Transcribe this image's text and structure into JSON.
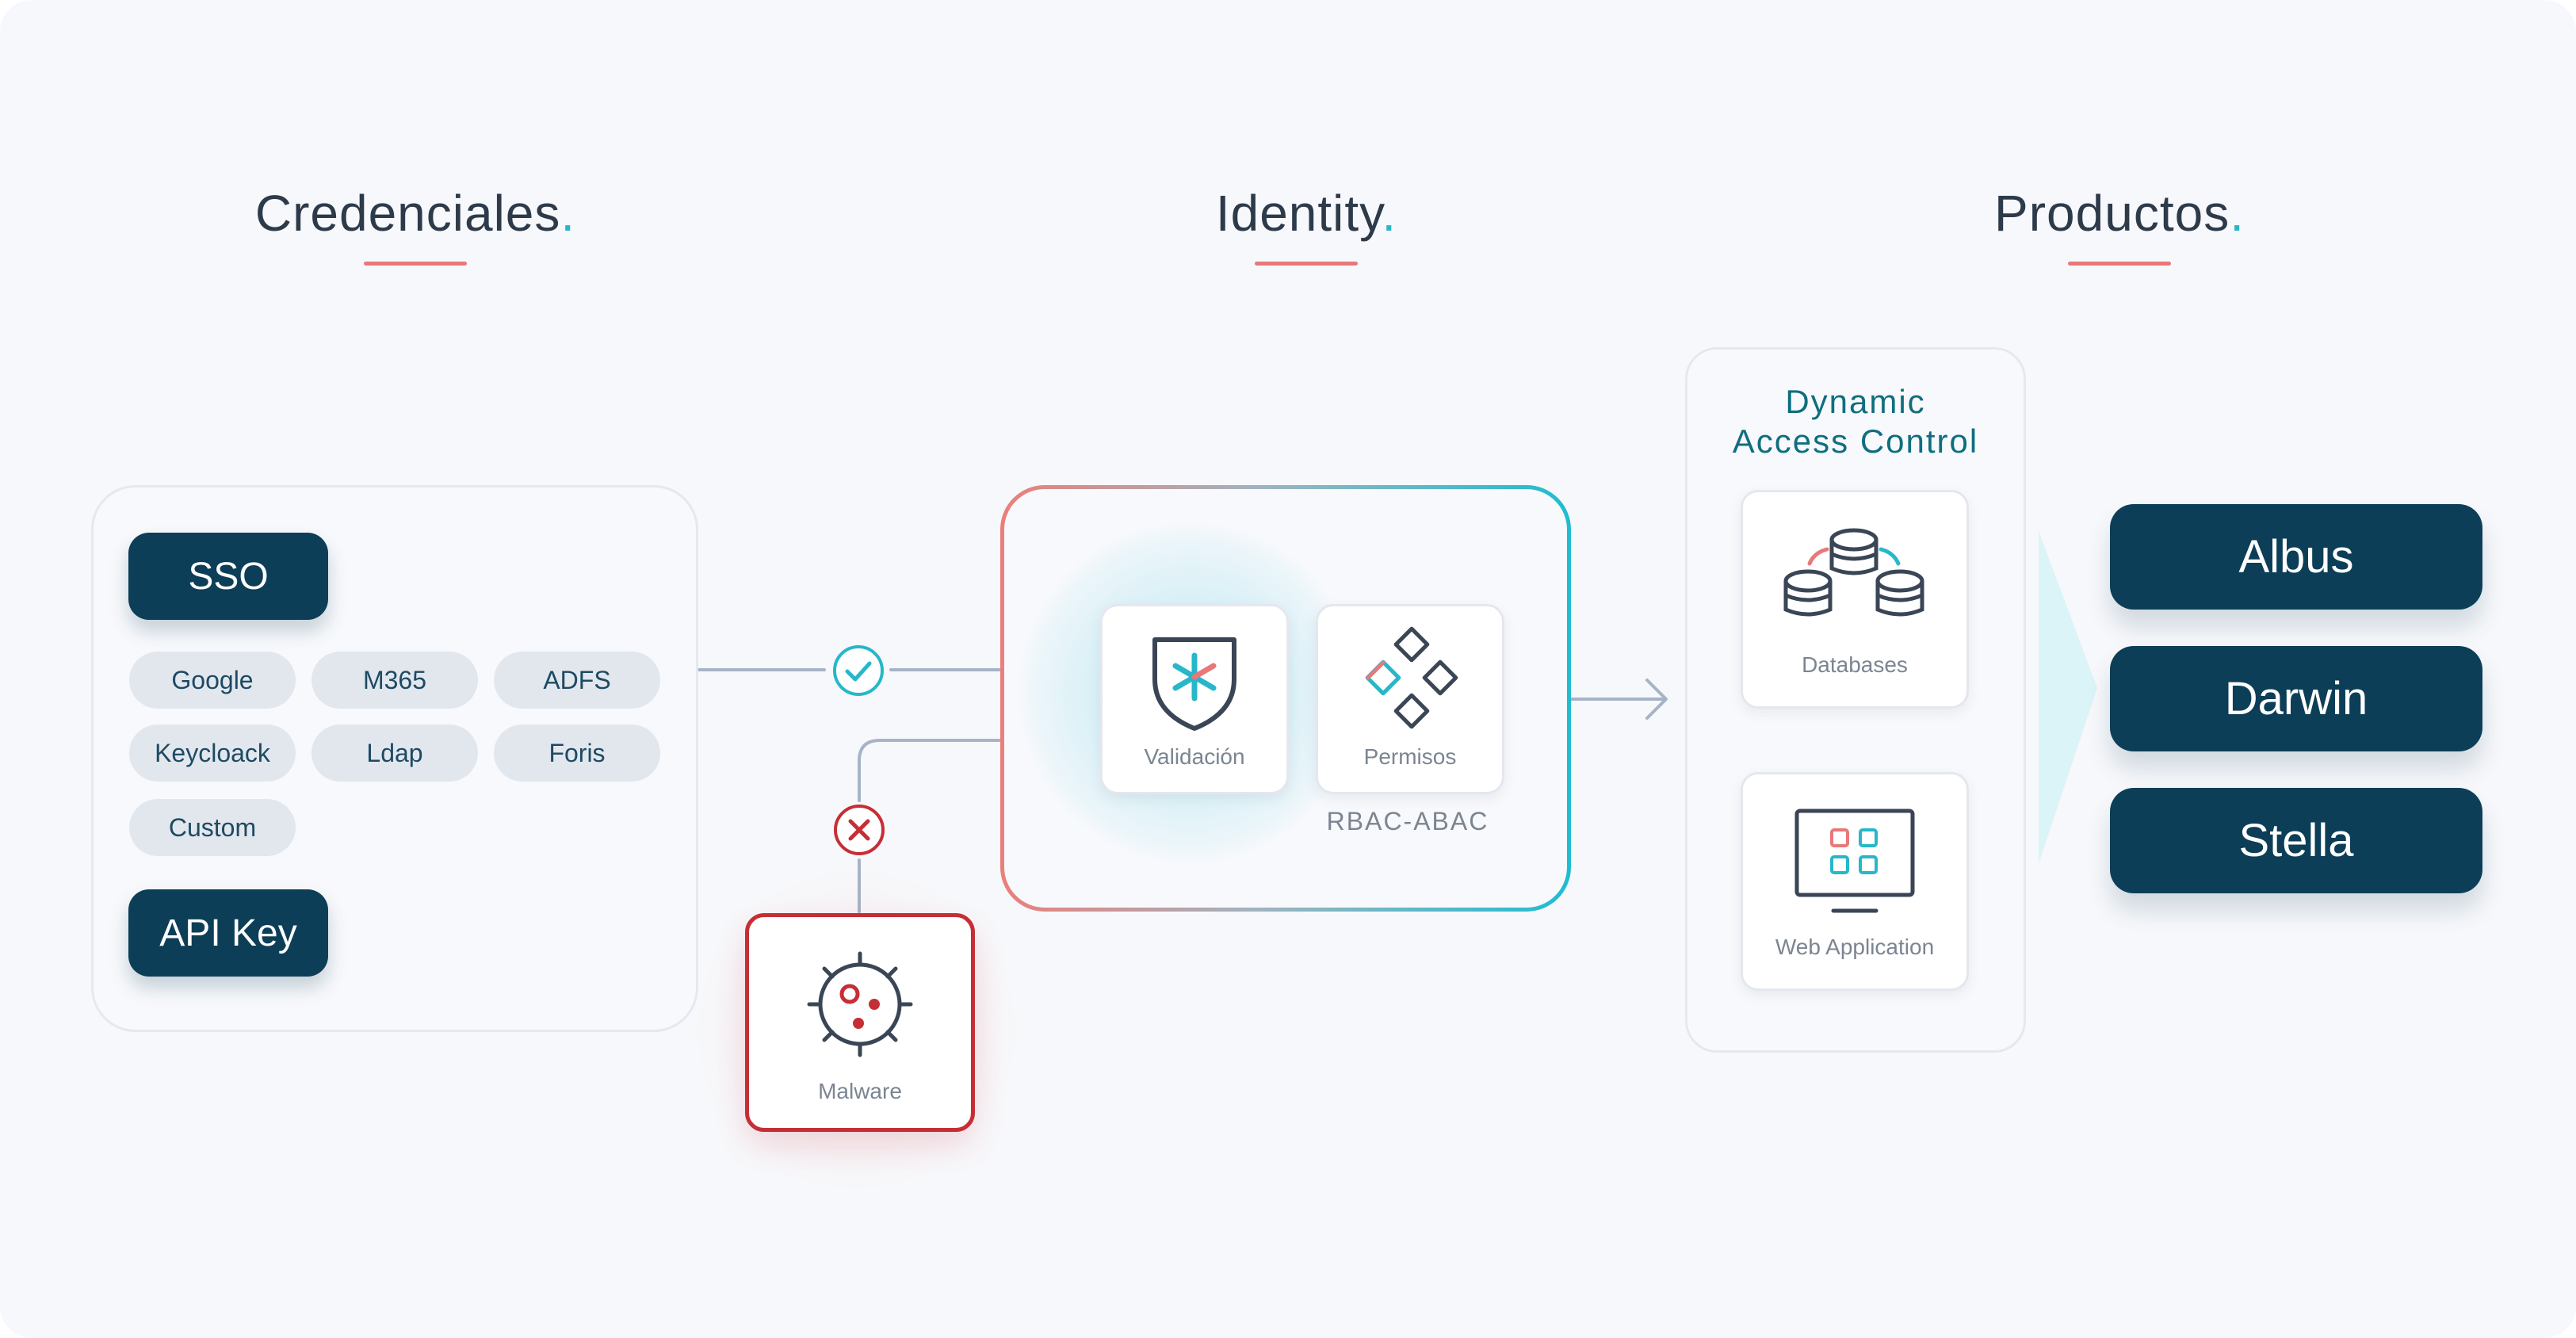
{
  "columns": [
    {
      "title": "Credenciales",
      "dot": "."
    },
    {
      "title": "Identity",
      "dot": "."
    },
    {
      "title": "Productos",
      "dot": "."
    }
  ],
  "credentials": {
    "primary": [
      "SSO",
      "API Key"
    ],
    "providers": [
      "Google",
      "M365",
      "ADFS",
      "Keycloack",
      "Ldap",
      "Foris",
      "Custom"
    ]
  },
  "identity": {
    "validation_label": "Validación",
    "permissions_label": "Permisos",
    "model_label": "RBAC-ABAC"
  },
  "threat": {
    "label": "Malware"
  },
  "access_control": {
    "title_line1": "Dynamic",
    "title_line2": "Access Control",
    "databases_label": "Databases",
    "webapp_label": "Web Application"
  },
  "products": [
    "Albus",
    "Darwin",
    "Stella"
  ],
  "colors": {
    "navy": "#0c3e58",
    "teal": "#27b7c9",
    "coral": "#e8787a",
    "danger": "#c62e36",
    "connector": "#a7b3c6"
  },
  "icons": [
    "check-icon",
    "x-icon",
    "shield-asterisk-icon",
    "diamonds-icon",
    "virus-icon",
    "database-icon",
    "monitor-grid-icon"
  ]
}
